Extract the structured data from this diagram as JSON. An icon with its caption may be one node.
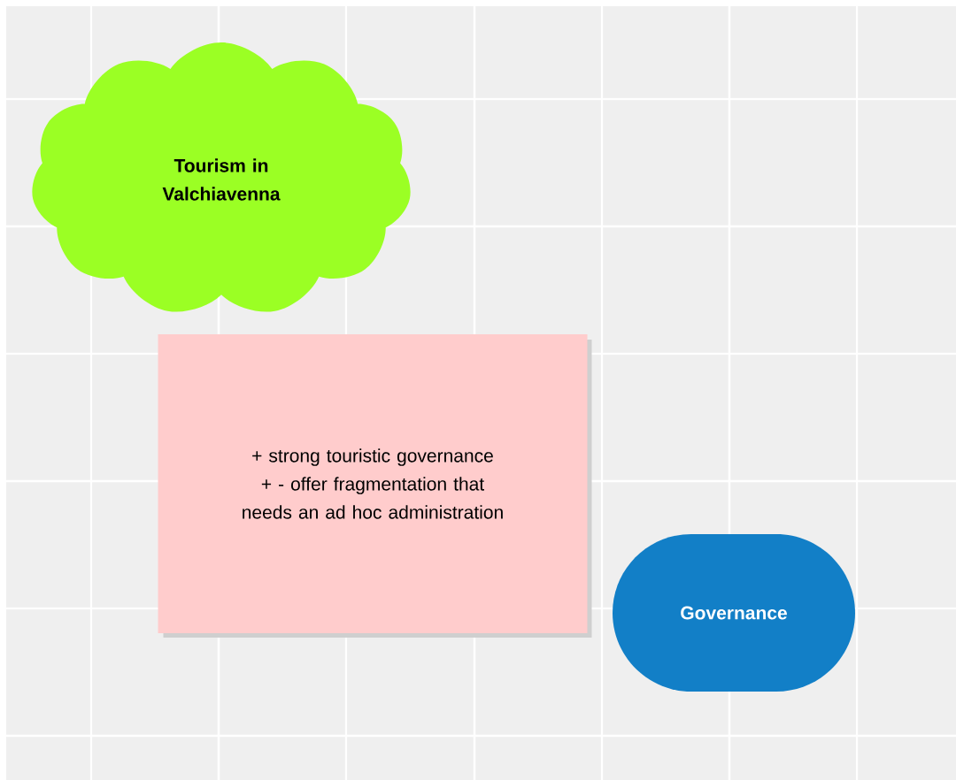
{
  "diagram": {
    "nodes": [
      {
        "text": [
          "Tourism in Valchiavenna"
        ]
      },
      {
        "text": [
          "+ strong touristic governance",
          "+ - offer fragmentation that needs an ad hoc administration"
        ]
      },
      {
        "text": [
          "Governance"
        ]
      }
    ]
  }
}
